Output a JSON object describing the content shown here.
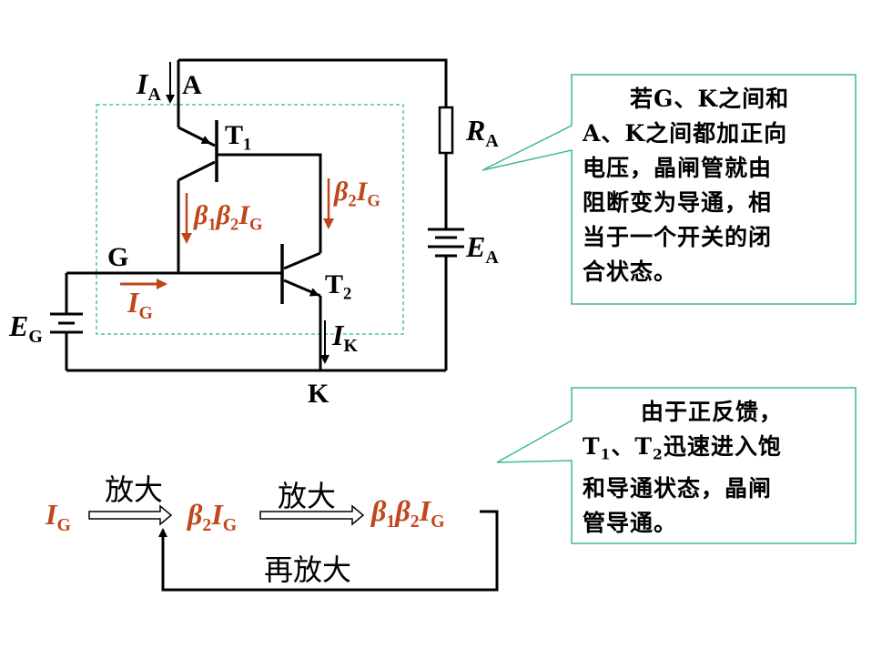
{
  "circuit": {
    "node_A": "A",
    "node_G": "G",
    "node_K": "K",
    "T1": {
      "main": "T",
      "sub": "1"
    },
    "T2": {
      "main": "T",
      "sub": "2"
    },
    "RA": {
      "main": "R",
      "sub": "A"
    },
    "EA": {
      "main": "E",
      "sub": "A"
    },
    "EG": {
      "main": "E",
      "sub": "G"
    },
    "IA": {
      "main": "I",
      "sub": "A"
    },
    "IK": {
      "main": "I",
      "sub": "K"
    },
    "IG": {
      "main": "I",
      "sub": "G"
    },
    "beta1beta2IG": {
      "b1": "β",
      "s1": "1",
      "b2": "β",
      "s2": "2",
      "i": "I",
      "si": "G"
    },
    "beta2IG": {
      "b2": "β",
      "s2": "2",
      "i": "I",
      "si": "G"
    }
  },
  "callout1": {
    "lines": [
      "若G、K之间和",
      "A、K之间都加正向",
      "电压，晶闸管就由",
      "阻断变为导通，相",
      "当于一个开关的闭",
      "合状态。"
    ]
  },
  "callout2": {
    "line1": "由于正反馈，",
    "line2": {
      "t1": "T",
      "s1": "1",
      "sep": "、",
      "t2": "T",
      "s2": "2",
      "rest": "迅速进入饱"
    },
    "line3": "和导通状态，晶闸",
    "line4": "管导通。"
  },
  "flow": {
    "amp1": "放大",
    "amp2": "放大",
    "reamp": "再放大",
    "IG": {
      "main": "I",
      "sub": "G"
    },
    "b2IG": {
      "b2": "β",
      "s2": "2",
      "i": "I",
      "si": "G"
    },
    "b1b2IG": {
      "b1": "β",
      "s1": "1",
      "b2": "β",
      "s2": "2",
      "i": "I",
      "si": "G"
    }
  },
  "colors": {
    "red": "#c0461b",
    "callout_border": "#3cb99a",
    "dashed_box": "#4fc3a1",
    "wire": "#000000"
  }
}
